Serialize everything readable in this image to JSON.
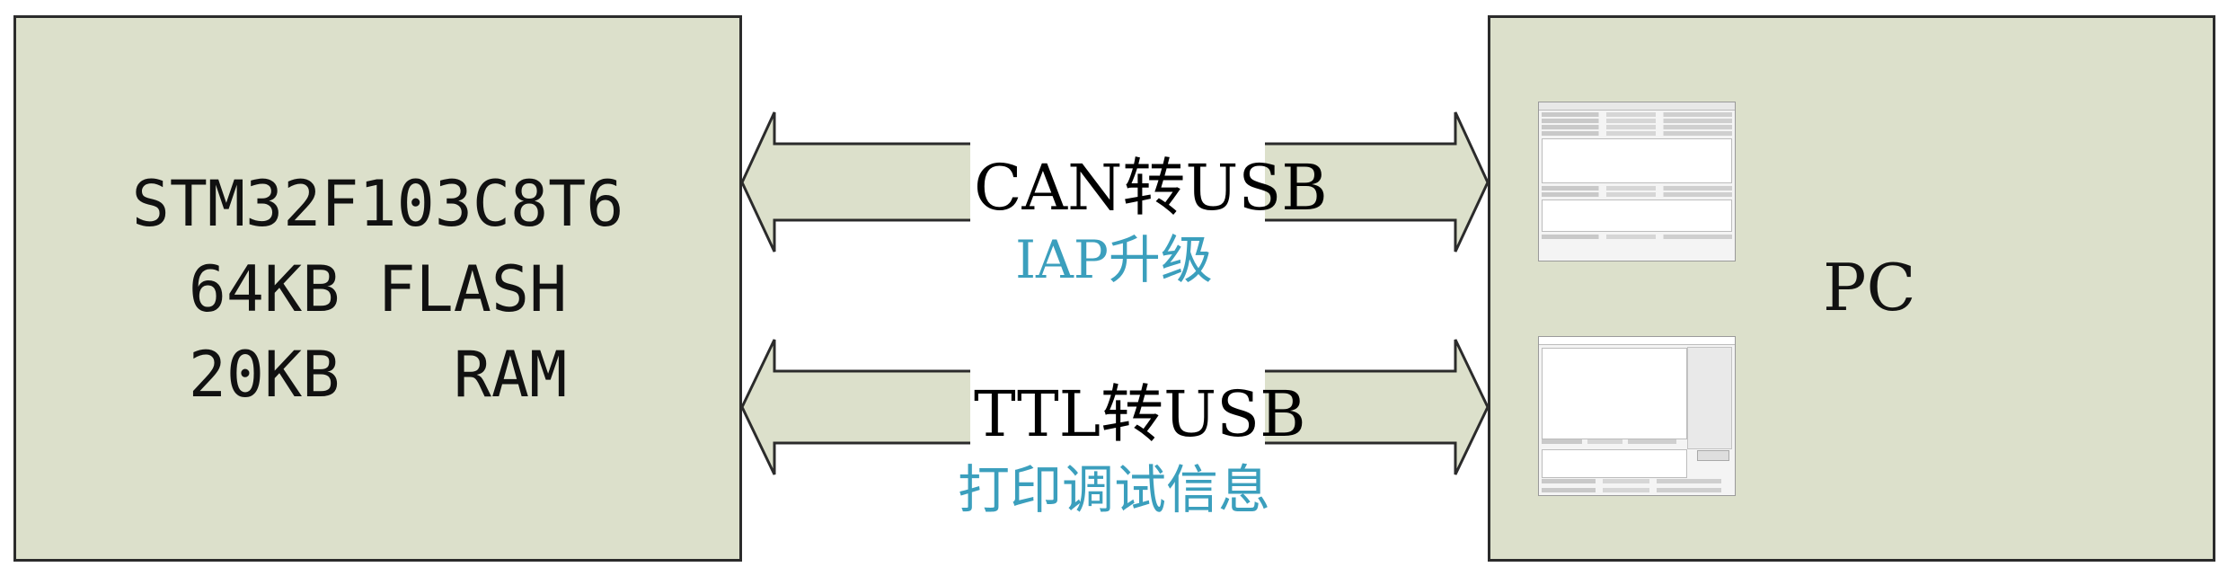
{
  "mcu": {
    "line1": "STM32F103C8T6",
    "line2": "64KB FLASH",
    "line3": "20KB   RAM"
  },
  "pc": {
    "label": "PC"
  },
  "link_can": {
    "label": "CAN转USB",
    "sublabel": "IAP升级"
  },
  "link_ttl": {
    "label": "TTL转USB",
    "sublabel": "打印调试信息"
  },
  "colors": {
    "box_fill": "#dce0cb",
    "arrow_fill": "#dce0cb",
    "sublabel": "#3b9fbd",
    "stroke": "#2b2b2b"
  },
  "thumbnails": [
    "can-tool-window-screenshot",
    "serial-terminal-window-screenshot"
  ]
}
